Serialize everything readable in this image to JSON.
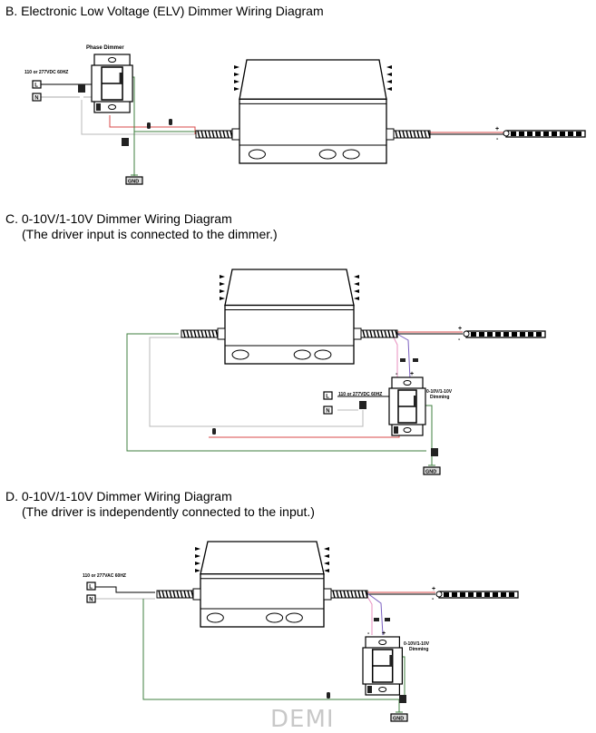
{
  "sections": {
    "b": {
      "title": "B. Electronic Low Voltage (ELV) Dimmer Wiring Diagram",
      "dimmer_label": "Phase Dimmer",
      "supply": "110 or 277VDC 60HZ",
      "l": "L",
      "n": "N",
      "gnd": "GND",
      "plus": "+",
      "minus": "-"
    },
    "c": {
      "title": "C. 0-10V/1-10V Dimmer Wiring Diagram",
      "subtitle": "(The driver input is connected to the dimmer.)",
      "supply": "110 or 277VDC 60HZ",
      "dimming_1": "0-10V/1-10V",
      "dimming_2": "Dimming",
      "l": "L",
      "n": "N",
      "gnd": "GND",
      "plus": "+",
      "minus": "-"
    },
    "d": {
      "title": "D. 0-10V/1-10V Dimmer Wiring Diagram",
      "subtitle": "(The driver is independently connected to the input.)",
      "supply": "110 or 277VAC 60HZ",
      "dimming_1": "0-10V/1-10V",
      "dimming_2": "Dimming",
      "l": "L",
      "n": "N",
      "gnd": "GND",
      "plus": "+",
      "minus": "-"
    }
  },
  "watermark": "DEMI",
  "colors": {
    "live": "#d94a4a",
    "neutral": "#b8b8b8",
    "ground": "#3f7f3f",
    "dim_minus": "#e88fbf",
    "dim_plus": "#7a5fc0",
    "black": "#111111"
  }
}
